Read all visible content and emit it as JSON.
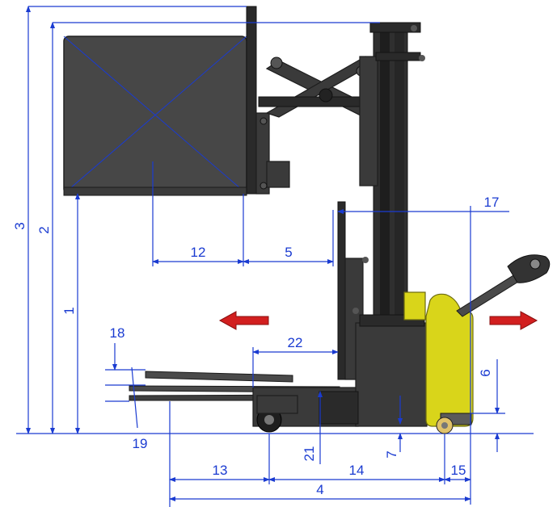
{
  "dimension_labels": {
    "d1": "1",
    "d2": "2",
    "d3": "3",
    "d4": "4",
    "d5": "5",
    "d6": "6",
    "d7": "7",
    "d12": "12",
    "d13": "13",
    "d14": "14",
    "d15": "15",
    "d17": "17",
    "d18": "18",
    "d19": "19",
    "d21": "21",
    "d22": "22"
  },
  "colors": {
    "dimension_lines": "#1a3bd1",
    "arrow": "#d21f1f",
    "load": "#474747",
    "body": "#3a3a3a",
    "battery_cover": "#d9d51a"
  }
}
